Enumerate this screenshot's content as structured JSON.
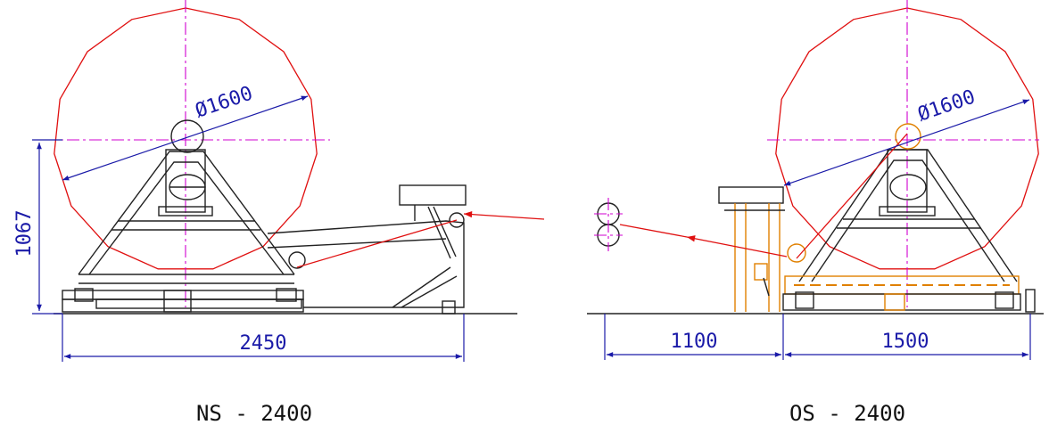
{
  "left_view": {
    "caption": "NS - 2400",
    "diameter_label": "Ø1600",
    "height_label": "1067",
    "width_label": "2450"
  },
  "right_view": {
    "caption": "OS - 2400",
    "diameter_label": "Ø1600",
    "width_left_label": "1100",
    "width_right_label": "1500"
  },
  "colors": {
    "coil": "#e01010",
    "centerline": "#d000d0",
    "dimension": "#1a1aa8",
    "frame": "#222222",
    "frame_alt": "#e08000"
  }
}
